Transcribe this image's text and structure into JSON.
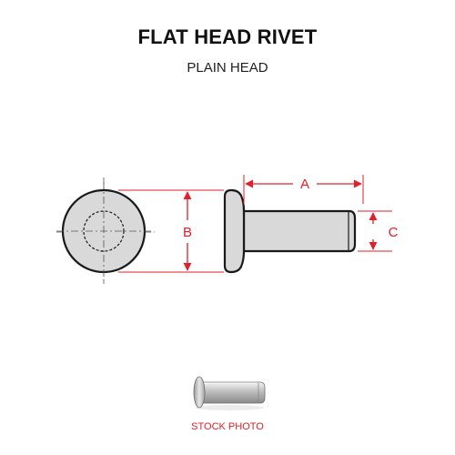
{
  "title": "FLAT HEAD RIVET",
  "subtitle": "PLAIN HEAD",
  "dimensions": {
    "a_label": "A",
    "b_label": "B",
    "c_label": "C"
  },
  "stock_photo_label": "STOCK PHOTO",
  "colors": {
    "dimension": "#e0202a",
    "part_fill": "#d9d9d9",
    "outline": "#1a1a1a"
  }
}
